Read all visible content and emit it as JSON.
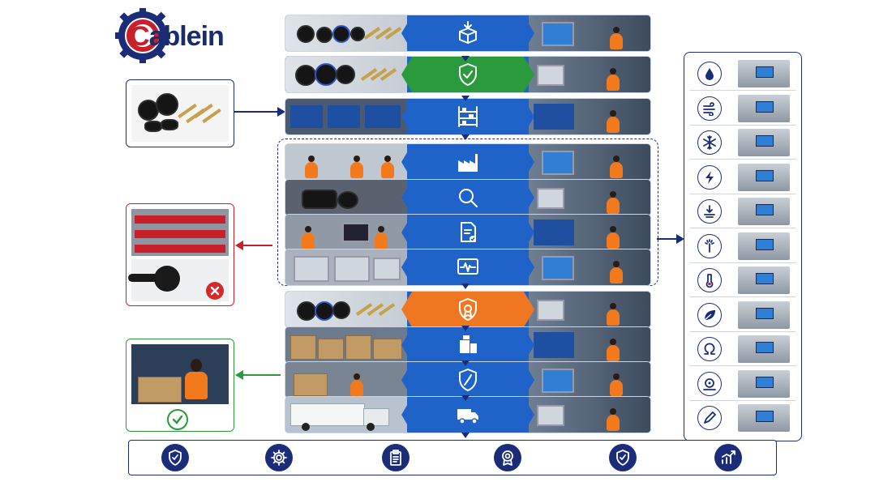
{
  "brand": {
    "logo_text_first": "C",
    "logo_text_rest": "ablein",
    "colors": {
      "navy": "#1b2d79",
      "red": "#c8202a",
      "blue": "#1f63c9",
      "green": "#2b9a3d",
      "orange": "#ef7722"
    }
  },
  "process_steps": [
    {
      "icon": "box-download-icon",
      "color": "blue"
    },
    {
      "icon": "shield-check-icon",
      "color": "green"
    },
    {
      "icon": "warehouse-shelves-icon",
      "color": "blue"
    },
    {
      "icon": "factory-icon",
      "color": "blue"
    },
    {
      "icon": "magnifier-icon",
      "color": "blue"
    },
    {
      "icon": "document-check-icon",
      "color": "blue"
    },
    {
      "icon": "monitor-waveform-icon",
      "color": "blue"
    },
    {
      "icon": "shield-award-icon",
      "color": "orange"
    },
    {
      "icon": "packaging-icon",
      "color": "blue"
    },
    {
      "icon": "shield-outline-icon",
      "color": "blue"
    },
    {
      "icon": "delivery-truck-icon",
      "color": "blue"
    }
  ],
  "test_items": [
    {
      "icon": "water-drop-icon"
    },
    {
      "icon": "wind-icon"
    },
    {
      "icon": "snowflake-icon"
    },
    {
      "icon": "lightning-icon"
    },
    {
      "icon": "pressure-down-icon"
    },
    {
      "icon": "spray-icon"
    },
    {
      "icon": "thermometer-icon"
    },
    {
      "icon": "leaf-icon"
    },
    {
      "icon": "ohm-icon"
    },
    {
      "icon": "contact-icon"
    },
    {
      "icon": "pen-icon"
    }
  ],
  "bottom_icons": [
    {
      "icon": "shield-check-icon"
    },
    {
      "icon": "gear-icon"
    },
    {
      "icon": "clipboard-icon"
    },
    {
      "icon": "award-badge-icon"
    },
    {
      "icon": "shield-check-icon"
    },
    {
      "icon": "growth-chart-icon"
    }
  ],
  "side_panels": {
    "incoming": {
      "status": "input"
    },
    "rejected": {
      "status": "rejected",
      "status_color": "#d62a2a"
    },
    "approved": {
      "status": "approved",
      "status_color": "#2b9a3d"
    }
  }
}
